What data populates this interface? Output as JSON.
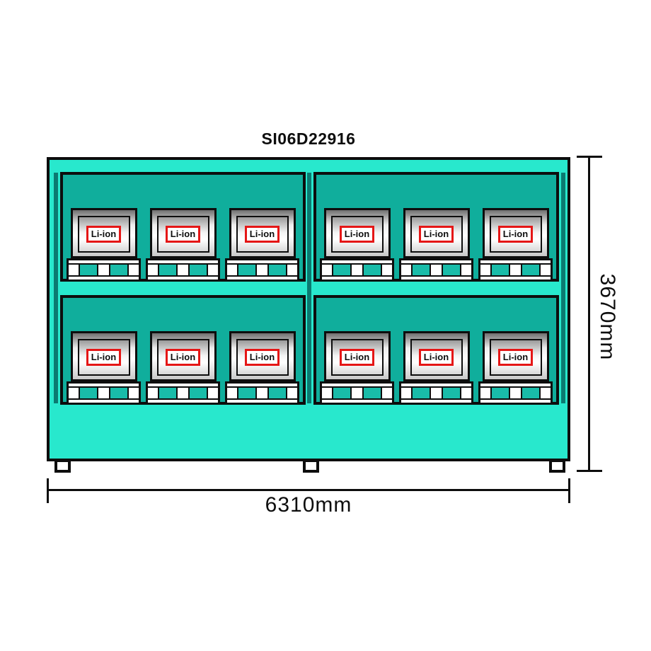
{
  "title": "SI06D22916",
  "cabinet": {
    "unit_label": "Li-ion",
    "rows": 2,
    "compartments": 4,
    "units_per_compartment": 3,
    "total_units": 12,
    "feet": 3
  },
  "dimensions": {
    "width": "6310mm",
    "height": "3670mm"
  },
  "colors": {
    "body_turquoise": "#28e8cd",
    "compartment_teal": "#10ae9c",
    "post_dark_teal": "#0b7a71",
    "pallet_cell_teal": "#19bca9",
    "outline_black": "#0d0d0d",
    "label_red": "#e51616",
    "metal_silver": "#c9c9c9"
  }
}
